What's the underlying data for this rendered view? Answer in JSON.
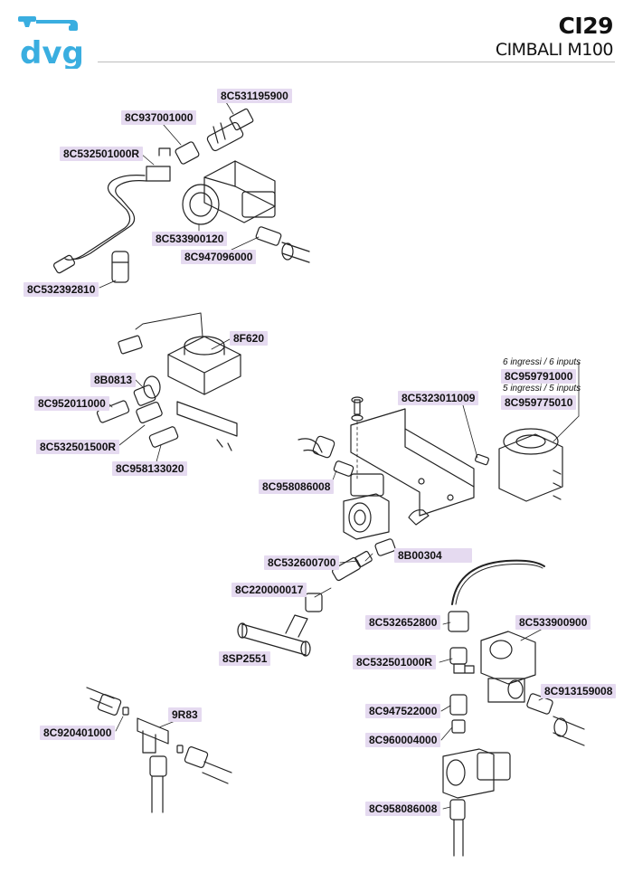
{
  "header": {
    "brand": "dvg",
    "code": "CI29",
    "model": "CIMBALI M100"
  },
  "colors": {
    "brand": "#3aaee0",
    "label_bg": "#e5daf0",
    "rule": "#bdbdbd"
  },
  "parts": [
    {
      "id": "8C531195900"
    },
    {
      "id": "8C937001000"
    },
    {
      "id": "8C532501000R"
    },
    {
      "id": "8C533900120"
    },
    {
      "id": "8C947096000"
    },
    {
      "id": "8C532392810"
    },
    {
      "id": "8F620"
    },
    {
      "id": "8B0813"
    },
    {
      "id": "8C952011000"
    },
    {
      "id": "8C532501500R"
    },
    {
      "id": "8C958133020"
    },
    {
      "id": "8C5323011009"
    },
    {
      "id": "8C959791000"
    },
    {
      "id": "8C959775010"
    },
    {
      "id": "8C958086008"
    },
    {
      "id": "8C532600700"
    },
    {
      "id": "8B00304"
    },
    {
      "id": "8C220000017"
    },
    {
      "id": "8SP2551"
    },
    {
      "id": "8C532652800"
    },
    {
      "id": "8C533900900"
    },
    {
      "id": "8C532501000R"
    },
    {
      "id": "8C947522000"
    },
    {
      "id": "8C913159008"
    },
    {
      "id": "8C960004000"
    },
    {
      "id": "8C958086008"
    },
    {
      "id": "9R83"
    },
    {
      "id": "8C920401000"
    }
  ],
  "notes": {
    "six_inputs": "6 ingressi / 6 inputs",
    "five_inputs": "5 ingressi / 5 inputs"
  }
}
